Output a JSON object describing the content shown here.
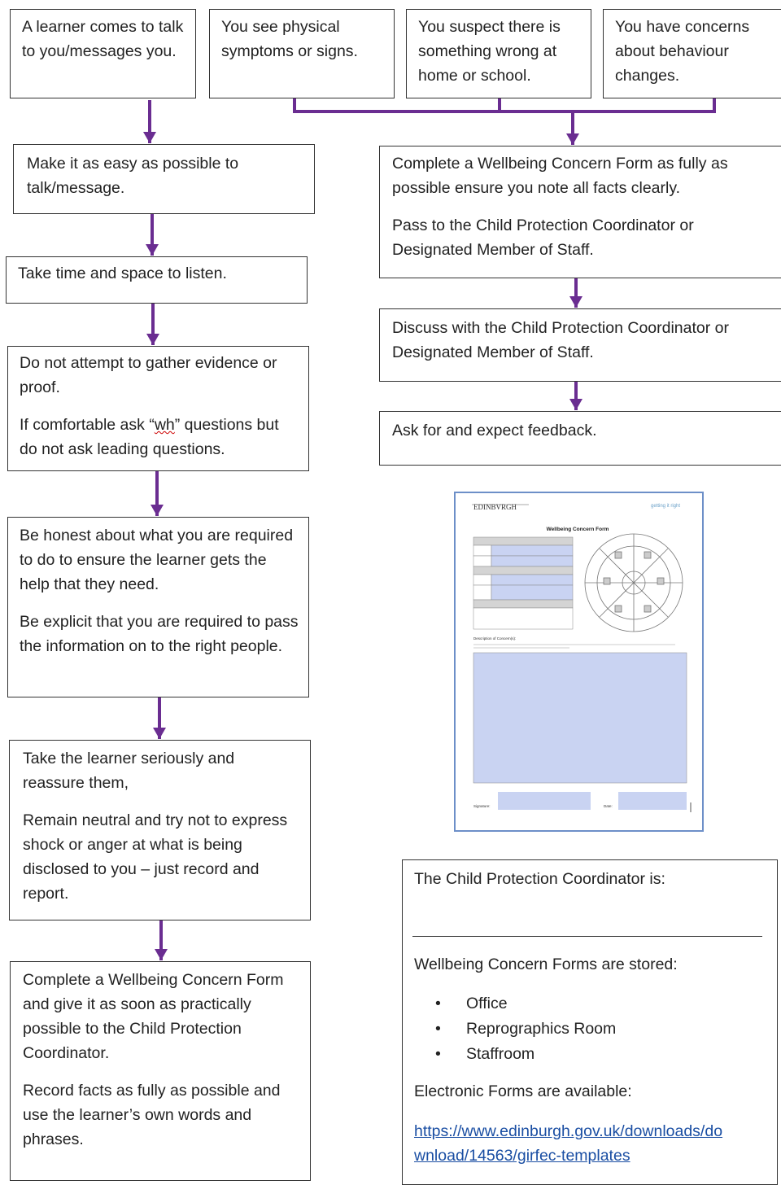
{
  "colors": {
    "arrow": "#6a2d91",
    "border": "#333333",
    "form_border": "#6d8fc8",
    "form_fill": "#c9d3f2",
    "link": "#1a4ea3"
  },
  "top_boxes": [
    "A learner comes to talk to you/messages you.",
    "You see physical symptoms or signs.",
    "You suspect there is something wrong at home or school.",
    "You have concerns about behaviour changes."
  ],
  "left_flow": [
    {
      "paras": [
        "Make it as easy as possible to talk/message."
      ]
    },
    {
      "paras": [
        "Take time and space to listen."
      ]
    },
    {
      "paras": [
        "Do not attempt to gather evidence or proof."
      ],
      "p2_before": "If comfortable ask “",
      "p2_highlight": "wh",
      "p2_after": "” questions but do not ask leading questions."
    },
    {
      "paras": [
        "Be honest about what you are required to do to ensure the learner gets the help that they need.",
        "Be explicit that you are required to pass the information on to the right people."
      ]
    },
    {
      "paras": [
        "Take the learner seriously and reassure them,",
        "Remain neutral and try not to express shock or anger at what is being disclosed to you – just record and report."
      ]
    },
    {
      "paras": [
        "Complete a Wellbeing Concern Form and give it as soon as practically possible to the Child Protection Coordinator.",
        "Record facts as fully as possible and use the learner’s own words and phrases."
      ]
    }
  ],
  "right_flow": [
    {
      "paras": [
        "Complete a Wellbeing Concern Form as fully as possible ensure you note all facts clearly.",
        "Pass to the Child Protection Coordinator or Designated Member of Staff."
      ]
    },
    {
      "paras": [
        "Discuss with the Child Protection Coordinator or Designated Member of Staff."
      ]
    },
    {
      "paras": [
        "Ask for and expect feedback."
      ]
    }
  ],
  "form_thumbnail": {
    "logo_left": "EDINBVRGH",
    "logo_right": "getting it right",
    "title": "Wellbeing Concern Form",
    "signature_label": "Signature:",
    "date_label": "Date:",
    "description_label": "Description of Concern(s):"
  },
  "info_box": {
    "coordinator_label": "The Child Protection Coordinator is:",
    "stored_label": "Wellbeing Concern Forms are stored:",
    "locations": [
      "Office",
      "Reprographics Room",
      "Staffroom"
    ],
    "bullet": "•",
    "electronic_label": "Electronic Forms are available:",
    "link_line1": "https://www.edinburgh.gov.uk/downloads/do",
    "link_line2": "wnload/14563/girfec-templates"
  }
}
